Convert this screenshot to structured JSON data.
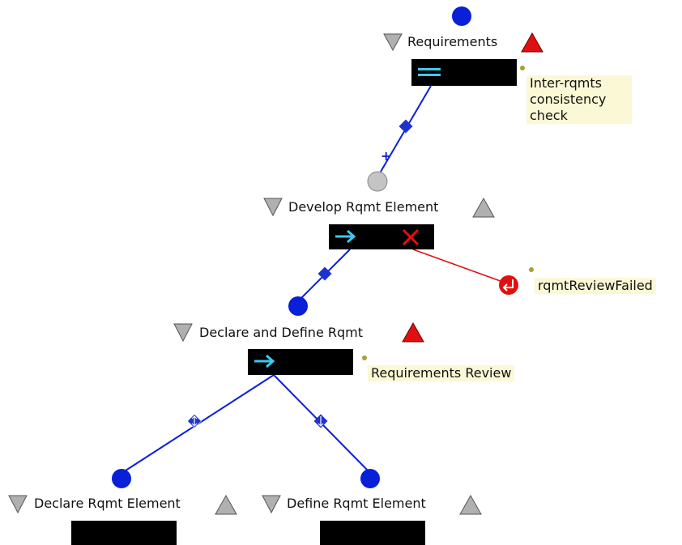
{
  "colors": {
    "blue": "#0a1fd8",
    "cyan": "#3ec8ee",
    "red": "#e01010",
    "gray": "#c4c4c4",
    "note_bg": "#fbf8d6",
    "diamond": "#1f33cc"
  },
  "nodes": {
    "requirements": {
      "label": "Requirements",
      "bar_icons": [
        "sequential-icon"
      ],
      "right_triangle": "red-triangle-icon",
      "note": "Inter-rqmts\nconsistency\ncheck"
    },
    "develop": {
      "label": "Develop Rqmt Element",
      "bar_icons": [
        "arrow-right-icon",
        "red-x-icon"
      ],
      "right_triangle": "gray-triangle-icon"
    },
    "declare_define": {
      "label": "Declare and Define Rqmt",
      "bar_icons": [
        "arrow-right-icon"
      ],
      "right_triangle": "red-triangle-icon",
      "note": "Requirements Review"
    },
    "declare_element": {
      "label": "Declare Rqmt Element",
      "right_triangle": "gray-triangle-icon"
    },
    "define_element": {
      "label": "Define Rqmt Element",
      "right_triangle": "gray-triangle-icon"
    }
  },
  "exception": {
    "label": "rqmtReviewFailed",
    "icon": "return-arrow-icon"
  },
  "connector_marks": {
    "plus": "+"
  }
}
